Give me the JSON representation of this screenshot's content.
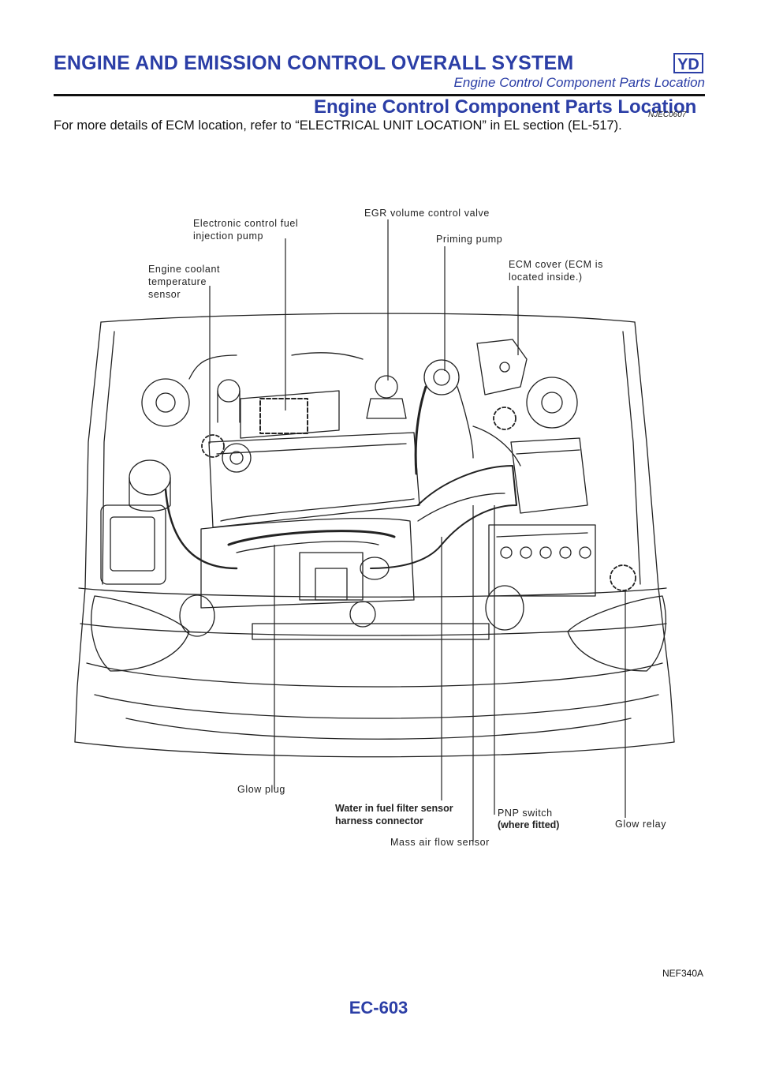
{
  "header": {
    "title": "ENGINE AND EMISSION CONTROL OVERALL SYSTEM",
    "badge": "YD",
    "subtitle": "Engine Control Component Parts Location"
  },
  "section": {
    "title": "Engine Control Component Parts Location",
    "code": "NJEC0607",
    "intro": "For more details of ECM location, refer to “ELECTRICAL UNIT LOCATION” in EL section (EL-517)."
  },
  "figure": {
    "callouts": {
      "electronic_control_fuel": "Electronic control fuel\ninjection pump",
      "egr_valve": "EGR volume control valve",
      "priming_pump": "Priming pump",
      "engine_coolant": "Engine coolant\ntemperature\nsensor",
      "ecm_cover": "ECM cover (ECM is\nlocated inside.)",
      "glow_plug": "Glow plug",
      "water_in_fuel": "Water in fuel filter sensor\nharness connector",
      "mass_air_flow": "Mass air flow sensor",
      "pnp_switch": "PNP switch",
      "pnp_where": "(where fitted)",
      "glow_relay": "Glow relay"
    },
    "code": "NEF340A"
  },
  "page_number": "EC-603"
}
